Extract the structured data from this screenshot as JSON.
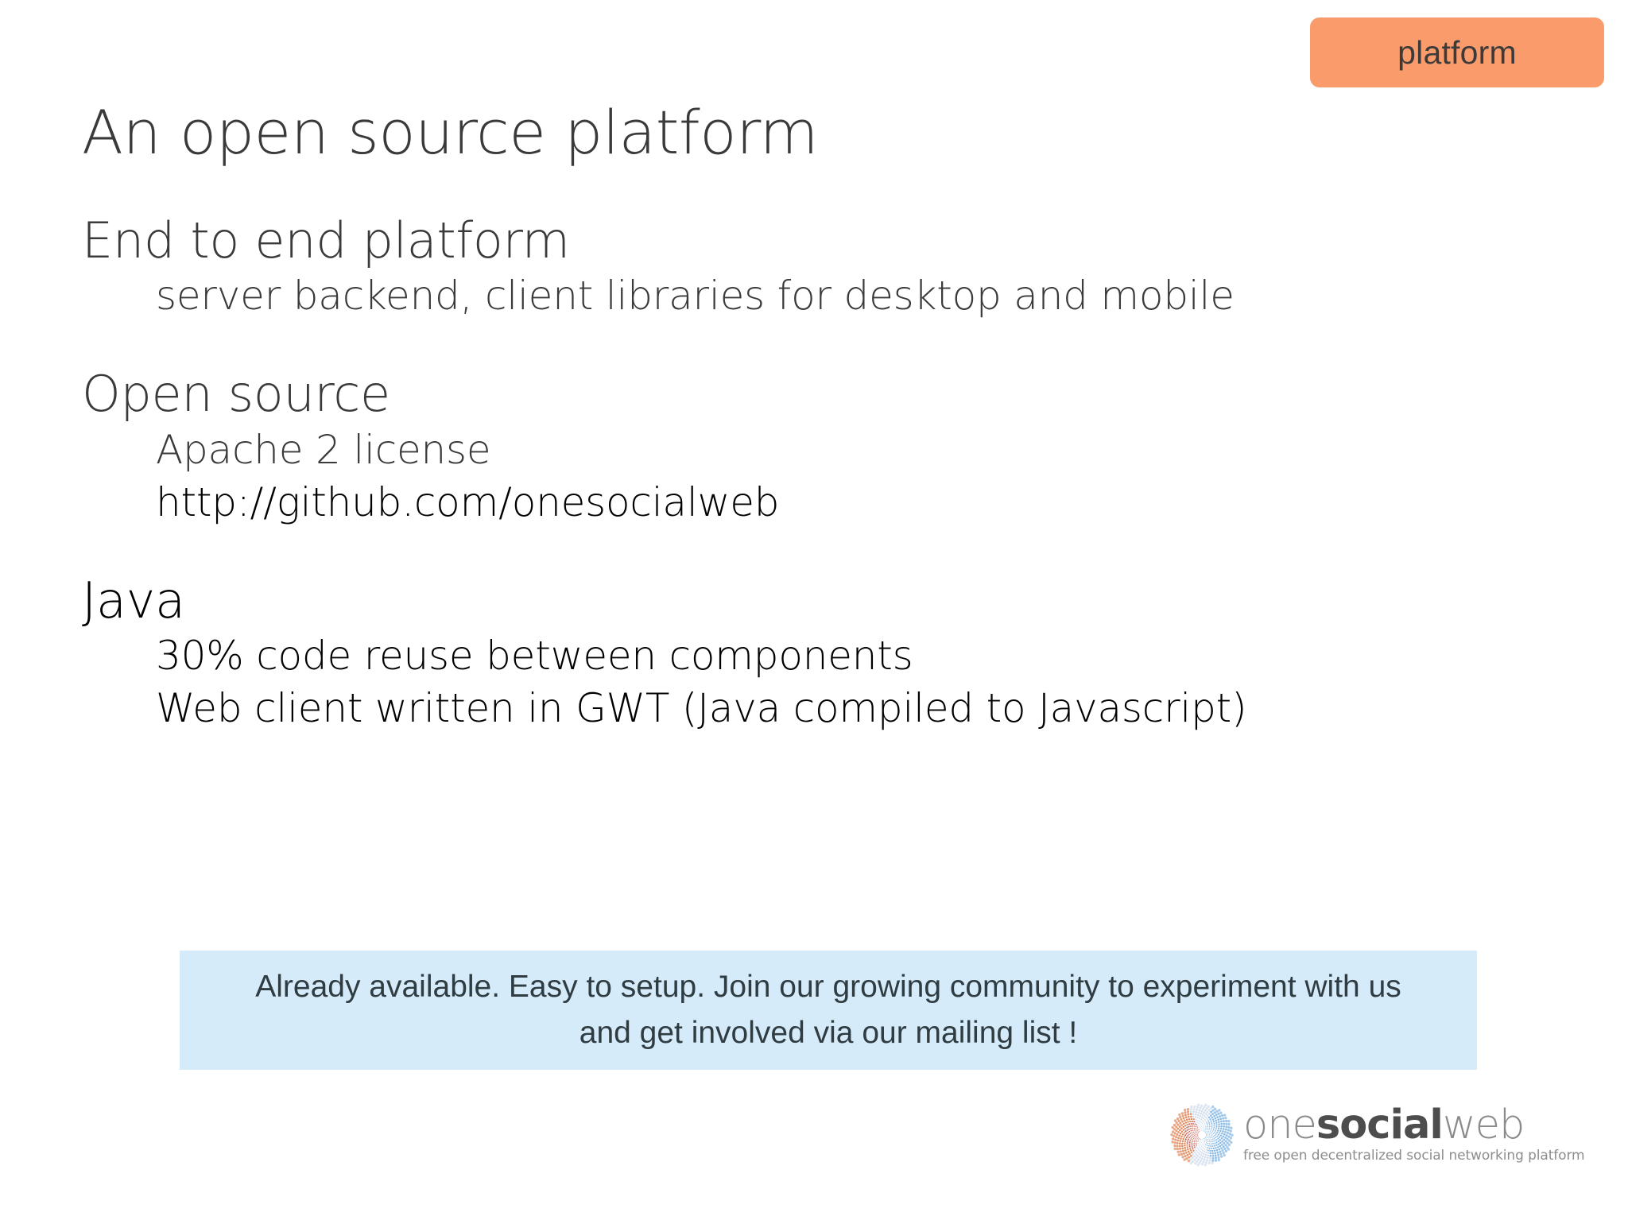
{
  "slide": {
    "title": "An open source platform",
    "badge": {
      "label": "platform",
      "color": "#fa9b6b"
    },
    "sections": [
      {
        "heading": "End to end platform",
        "emphatic": false,
        "items": [
          {
            "text": "server backend, client libraries for desktop and mobile",
            "emphatic": false
          }
        ]
      },
      {
        "heading": "Open source",
        "emphatic": false,
        "items": [
          {
            "text": "Apache 2 license",
            "emphatic": false
          },
          {
            "text": "http://github.com/onesocialweb",
            "emphatic": true
          }
        ]
      },
      {
        "heading": "Java",
        "emphatic": true,
        "items": [
          {
            "text": "30% code reuse between components",
            "emphatic": true
          },
          {
            "text": "Web client written in GWT (Java compiled to Javascript)",
            "emphatic": true
          }
        ]
      }
    ],
    "callout": {
      "background_color": "#d6ebfa",
      "lines": [
        "Already available. Easy to setup. Join our growing community to experiment with us",
        "and get involved via our mailing list !"
      ]
    },
    "logo": {
      "word_one": "one",
      "word_social": "social",
      "word_web": "web",
      "tagline": "free open decentralized social networking platform",
      "mark_colors": {
        "blue": "#6ba8dd",
        "orange": "#d9713c",
        "red": "#b83c2e",
        "light": "#c8d6e8"
      }
    }
  }
}
